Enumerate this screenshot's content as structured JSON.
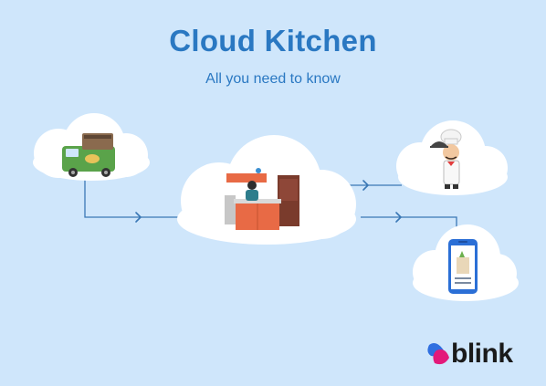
{
  "title": "Cloud Kitchen",
  "subtitle": "All you need to know",
  "brand": {
    "name": "blink"
  },
  "nodes": [
    {
      "id": "food-truck",
      "icon": "food-truck-icon"
    },
    {
      "id": "kitchen",
      "icon": "kitchen-cook-icon"
    },
    {
      "id": "chef",
      "icon": "chef-cloche-icon"
    },
    {
      "id": "phone",
      "icon": "phone-order-icon"
    }
  ],
  "edges": [
    {
      "from": "food-truck",
      "to": "kitchen"
    },
    {
      "from": "kitchen",
      "to": "chef"
    },
    {
      "from": "kitchen",
      "to": "phone"
    }
  ],
  "colors": {
    "background": "#cfe6fb",
    "cloud": "#ffffff",
    "connector": "#3a78b5",
    "title": "#2a78c2",
    "brand_blue": "#2f6fe0",
    "brand_pink": "#e3197a"
  }
}
